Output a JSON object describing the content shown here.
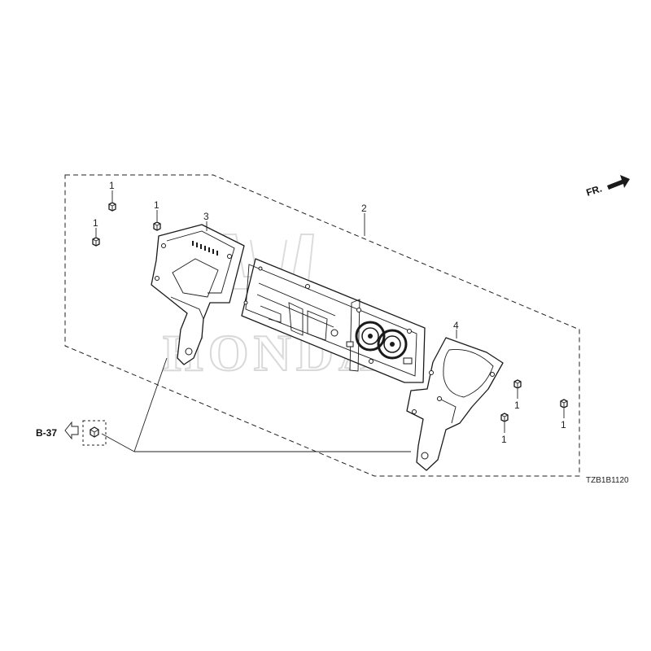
{
  "diagram": {
    "part_callouts": [
      {
        "id": "callout-bolt-a",
        "label": "1"
      },
      {
        "id": "callout-bolt-b",
        "label": "1"
      },
      {
        "id": "callout-bolt-c",
        "label": "1"
      },
      {
        "id": "callout-unit",
        "label": "2"
      },
      {
        "id": "callout-bracket-left",
        "label": "3"
      },
      {
        "id": "callout-bracket-right",
        "label": "4"
      },
      {
        "id": "callout-bolt-d",
        "label": "1"
      },
      {
        "id": "callout-bolt-e",
        "label": "1"
      },
      {
        "id": "callout-bolt-f",
        "label": "1"
      }
    ],
    "reference": "B-37",
    "direction": "FR.",
    "diagram_code": "TZB1B1120",
    "watermark": "HONDA"
  }
}
